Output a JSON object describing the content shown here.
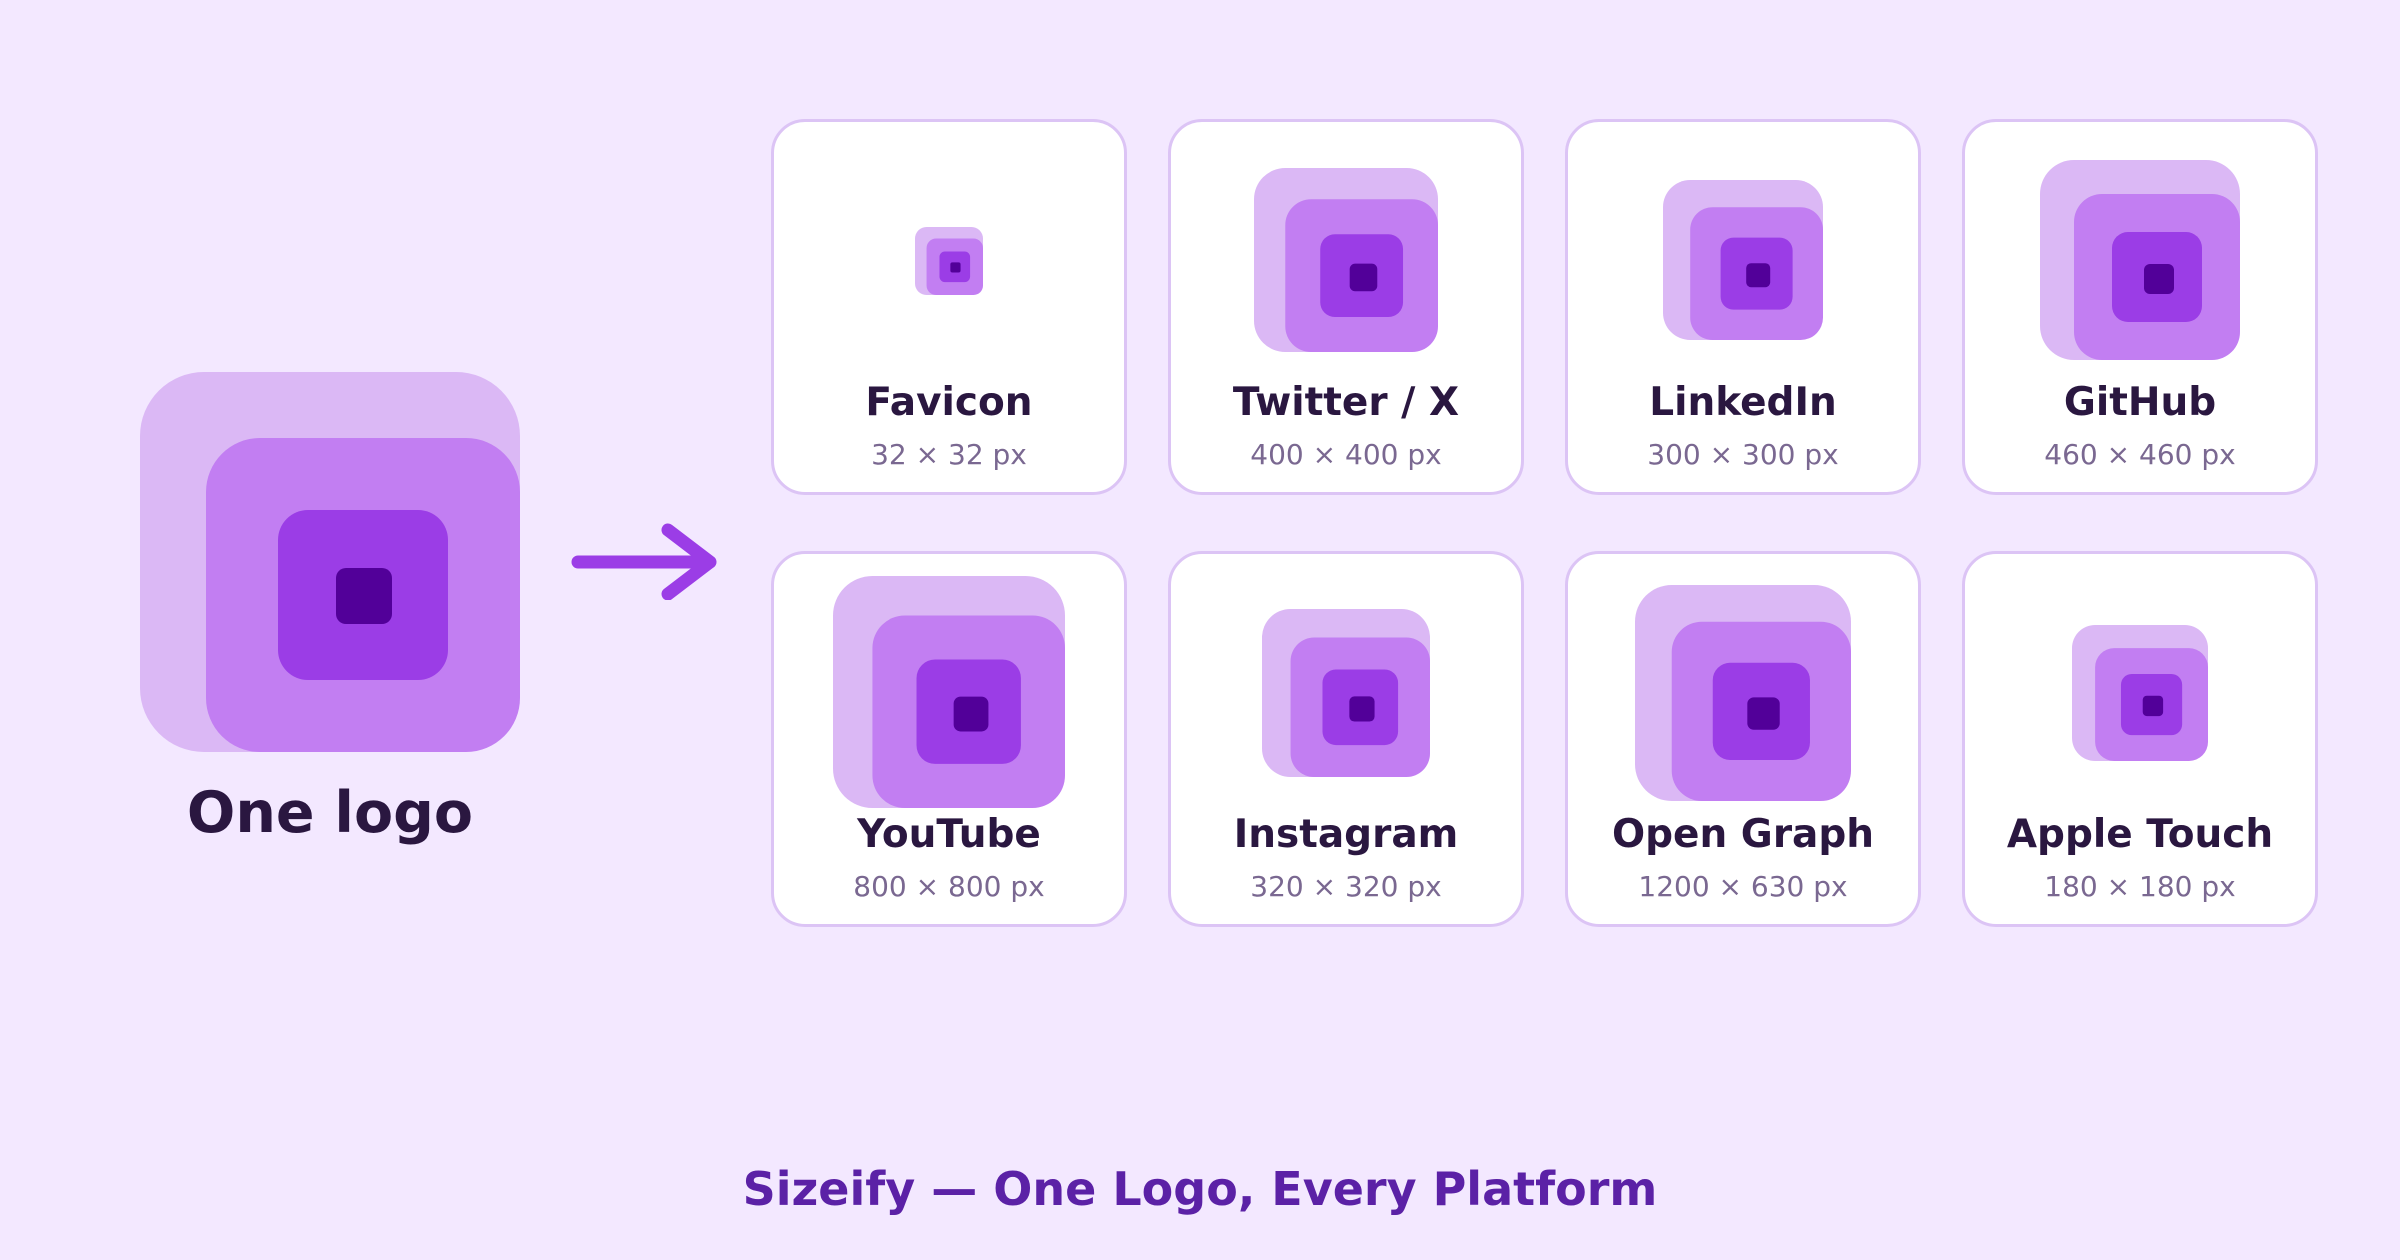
{
  "hero": {
    "label": "One logo",
    "icon": "layered-square-logo"
  },
  "arrow": {
    "icon": "right-arrow-icon"
  },
  "colors": {
    "background": "#f3e8ff",
    "layer_light": "#dbb8f5",
    "layer_mid": "#c27ef2",
    "layer_strong": "#9b3de6",
    "layer_core": "#520099",
    "text_dark": "#2a1740",
    "text_muted": "#7a6891",
    "footer_text": "#5b21a6"
  },
  "platforms": [
    {
      "name": "Favicon",
      "size": "32 × 32 px"
    },
    {
      "name": "Twitter / X",
      "size": "400 × 400 px"
    },
    {
      "name": "LinkedIn",
      "size": "300 × 300 px"
    },
    {
      "name": "GitHub",
      "size": "460 × 460 px"
    },
    {
      "name": "YouTube",
      "size": "800 × 800 px"
    },
    {
      "name": "Instagram",
      "size": "320 × 320 px"
    },
    {
      "name": "Open Graph",
      "size": "1200 × 630 px"
    },
    {
      "name": "Apple Touch",
      "size": "180 × 180 px"
    }
  ],
  "footer": {
    "text": "Sizeify — One Logo, Every Platform"
  }
}
